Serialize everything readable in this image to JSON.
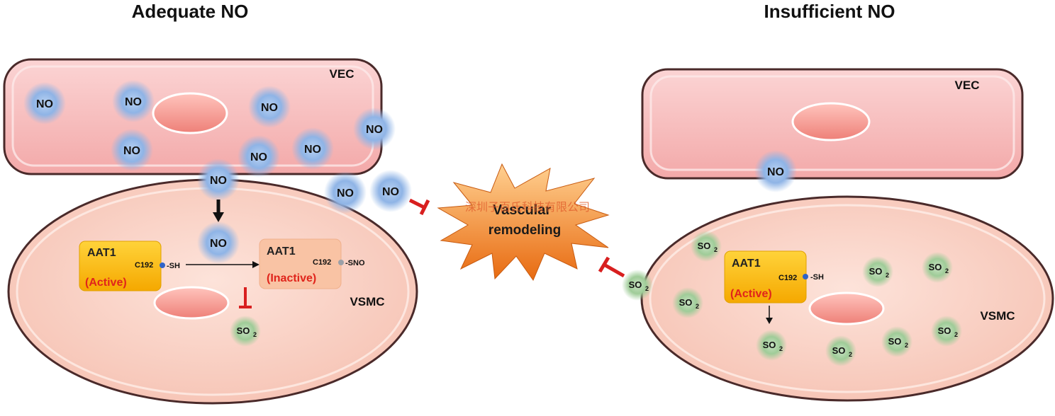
{
  "titles": {
    "left": "Adequate NO",
    "right": "Insufficient NO"
  },
  "labels": {
    "vec": "VEC",
    "vsmc": "VSMC"
  },
  "molecules": {
    "no": "NO",
    "so": "SO",
    "so_sub": "2"
  },
  "enzyme": {
    "name": "AAT1",
    "residue": "C192",
    "sh": "-SH",
    "sno": "-SNO",
    "active": "(Active)",
    "inactive": "(Inactive)"
  },
  "outcome": {
    "line1": "Vascular",
    "line2": "remodeling"
  },
  "watermark": "深圳子百氏科技有限公司",
  "colors": {
    "no_glow": "#7da7de",
    "so_glow": "#8cc38a",
    "inhibit": "#d81f1f",
    "aat_active": "#f6b700",
    "aat_inactive": "#f9c3a4",
    "burst": "#f07a1a"
  }
}
